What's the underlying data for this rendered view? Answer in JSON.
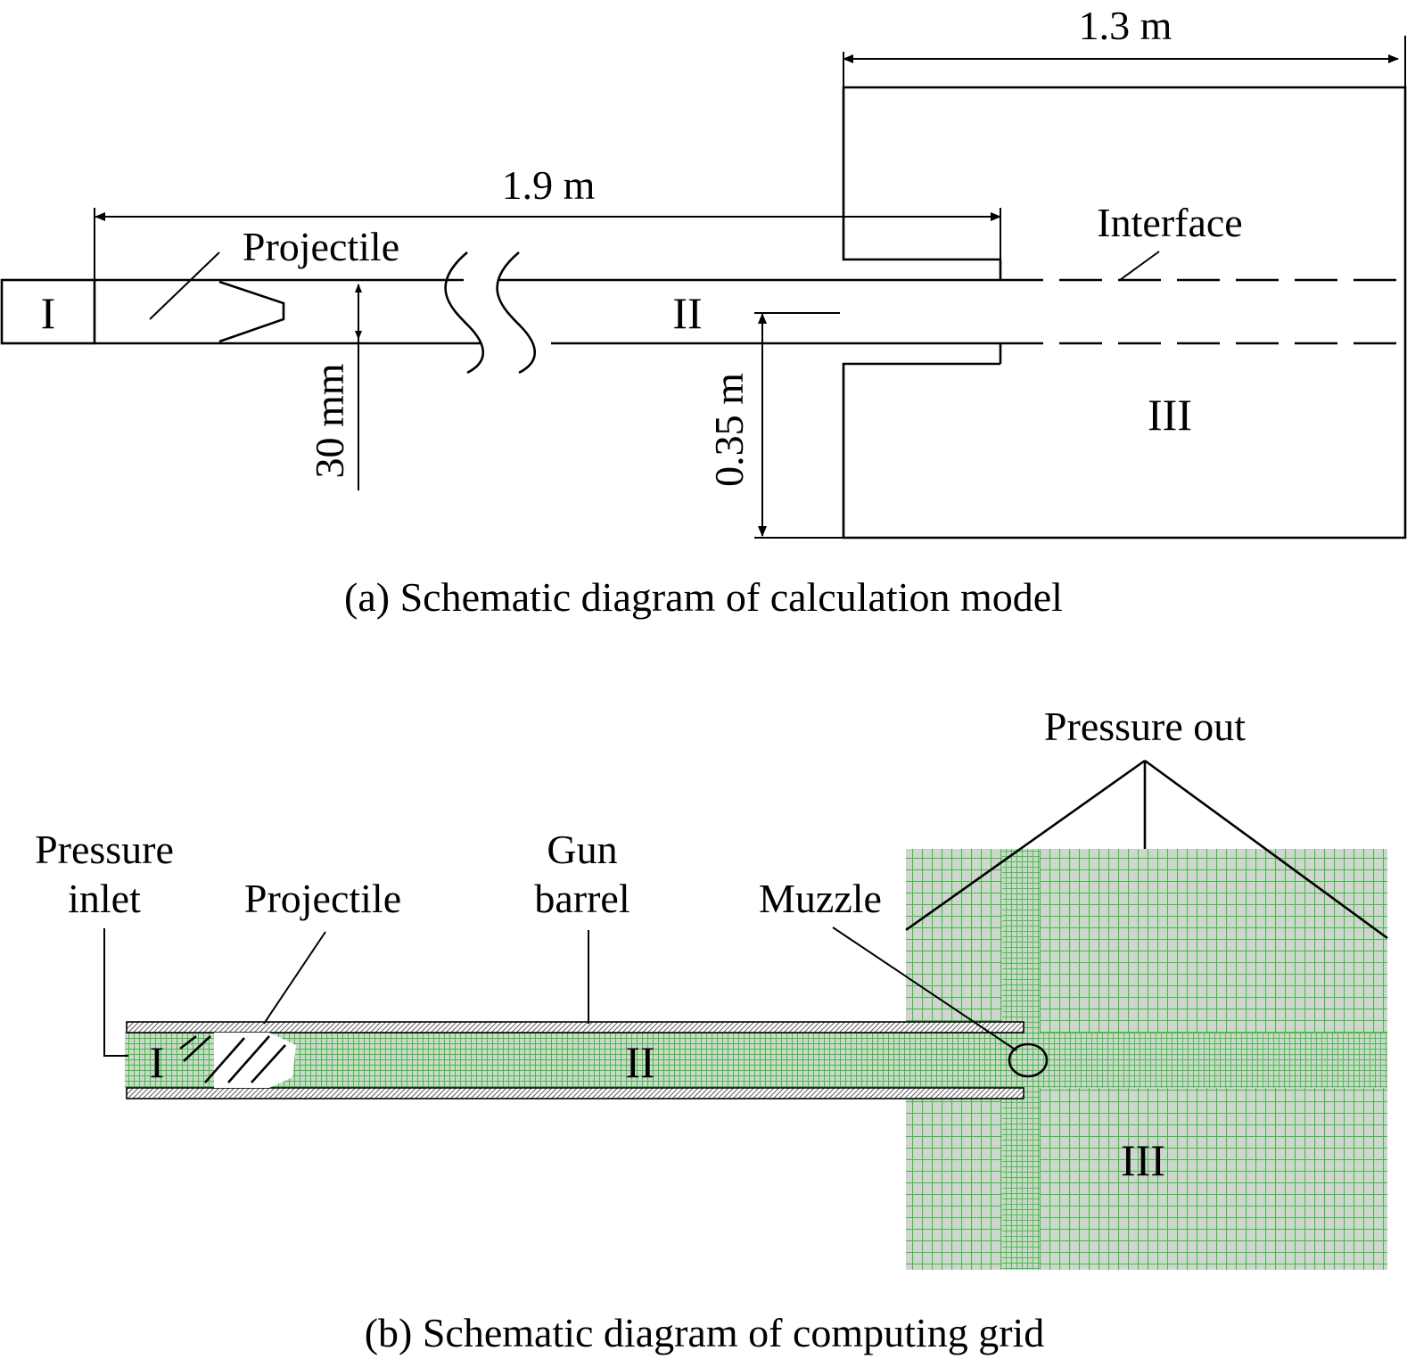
{
  "panel_a": {
    "caption": "(a) Schematic diagram of calculation model",
    "dim_1_3": "1.3 m",
    "dim_1_9": "1.9 m",
    "dim_30mm": "30 mm",
    "dim_035": "0.35 m",
    "label_projectile": "Projectile",
    "label_interface": "Interface",
    "region_1": "I",
    "region_2": "II",
    "region_3": "III"
  },
  "panel_b": {
    "caption": "(b) Schematic diagram of computing grid",
    "label_pressure_inlet_1": "Pressure",
    "label_pressure_inlet_2": "inlet",
    "label_projectile": "Projectile",
    "label_gun_barrel_1": "Gun",
    "label_gun_barrel_2": "barrel",
    "label_muzzle": "Muzzle",
    "label_pressure_out": "Pressure out",
    "region_1": "I",
    "region_2": "II",
    "region_3": "III"
  },
  "colors": {
    "mesh_line": "#3fbf3f",
    "mesh_fill": "#cfd6cf",
    "barrel_wall": "#555555"
  }
}
